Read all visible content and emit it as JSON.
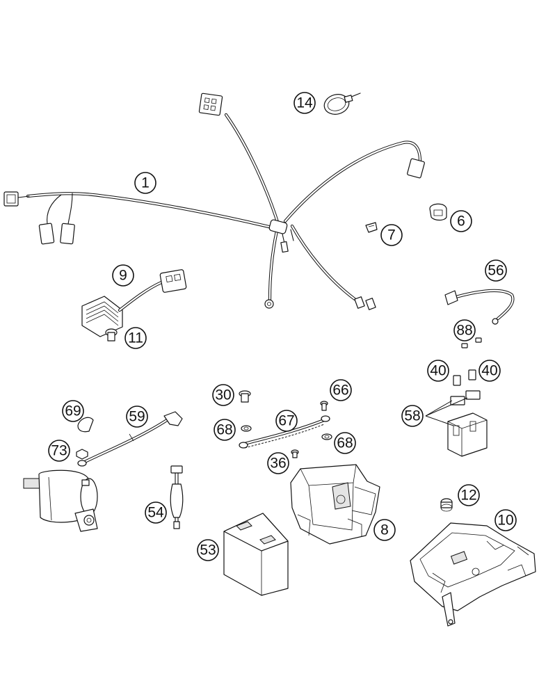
{
  "callouts": {
    "c1": "1",
    "c14": "14",
    "c6": "6",
    "c7": "7",
    "c9": "9",
    "c11": "11",
    "c56": "56",
    "c88": "88",
    "c40a": "40",
    "c40b": "40",
    "c58": "58",
    "c30": "30",
    "c66": "66",
    "c67": "67",
    "c68a": "68",
    "c68b": "68",
    "c36": "36",
    "c69": "69",
    "c59": "59",
    "c73": "73",
    "c54": "54",
    "c53": "53",
    "c8": "8",
    "c12": "12",
    "c10": "10"
  }
}
